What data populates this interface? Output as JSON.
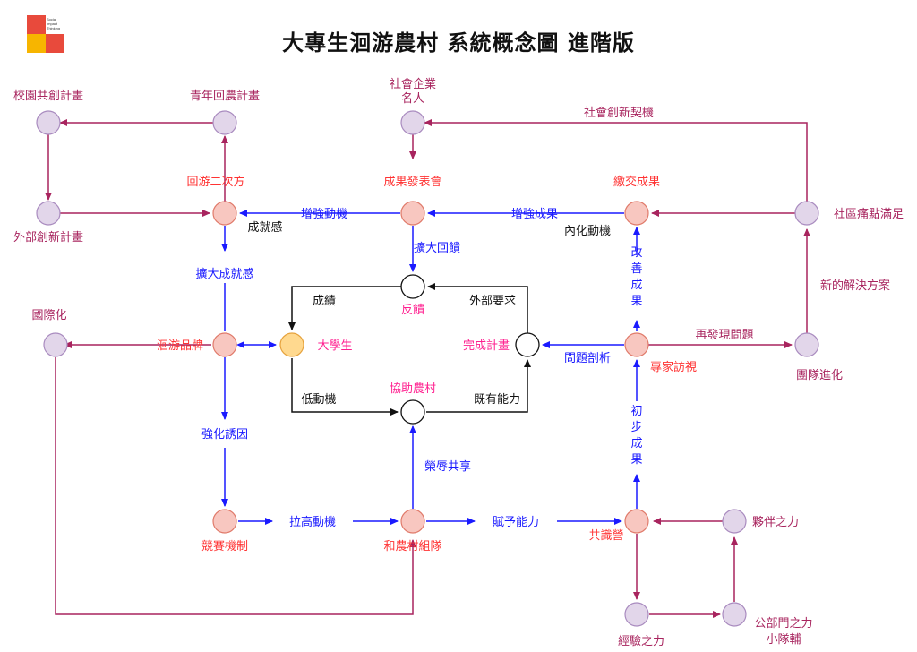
{
  "title": "大專生洄游農村 系統概念圖 進階版",
  "logo_text": [
    "Social",
    "Impact",
    "Thinking"
  ],
  "colors": {
    "blue": "#1a1aff",
    "maroon": "#a8245e",
    "black": "#111111",
    "red_label": "#ff3333",
    "pink_label": "#ff1f8f",
    "node_pink": "#f8c7c0",
    "node_pink_stroke": "#e07a6a",
    "node_lilac": "#e2d6ea",
    "node_lilac_stroke": "#a98bbf",
    "node_yellow": "#ffd98f",
    "node_yellow_stroke": "#e6a23c"
  },
  "nodes": {
    "alumni": "校園共創計畫",
    "youth": "青年回農計畫",
    "return": "回游二次方",
    "external": "外部創新計畫",
    "social_co": "社會企業",
    "social_co2": "名人",
    "showcase": "成果發表會",
    "deliver": "繳交成果",
    "community": "社區痛點滿足",
    "feedback": "反饋",
    "intl": "國際化",
    "brand": "洄游品牌",
    "student": "大學生",
    "complete": "完成計畫",
    "expert": "專家訪視",
    "team_evolve": "團隊進化",
    "help_farm": "協助農村",
    "compete": "競賽機制",
    "team_up": "和農村組隊",
    "consensus": "共識營",
    "partner": "夥伴之力",
    "experience": "經驗之力",
    "public": "公部門之力",
    "public2": "小隊輔"
  },
  "edges": {
    "motivation_up": "增強動機",
    "result_up": "增強成果",
    "expand_feedback": "擴大回饋",
    "achievement": "成就感",
    "internal": "內化動機",
    "expand_achieve": "擴大成就感",
    "grades": "成績",
    "external_req": "外部要求",
    "problem_analysis": "問題剖析",
    "rediscover": "再發現問題",
    "new_solution": "新的解決方案",
    "social_opp": "社會創新契機",
    "low_motive": "低動機",
    "existing_ability": "既有能力",
    "reinforce": "強化誘因",
    "honor": "榮辱共享",
    "raise": "拉高動機",
    "empower": "賦予能力",
    "improve_1": "改",
    "improve_2": "善",
    "improve_3": "成",
    "improve_4": "果",
    "initial_1": "初",
    "initial_2": "步",
    "initial_3": "成",
    "initial_4": "果"
  }
}
